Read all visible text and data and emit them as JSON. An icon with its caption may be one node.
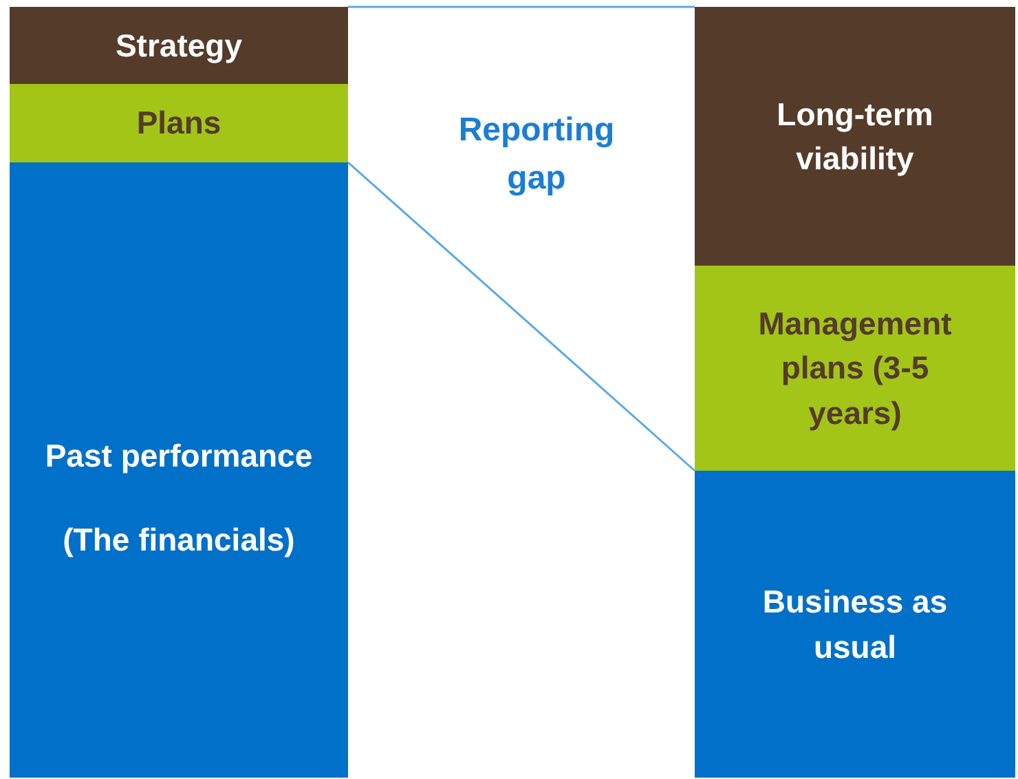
{
  "diagram": {
    "nodes": [
      {
        "text": [
          "Strategy"
        ]
      },
      {
        "text": [
          "Plans"
        ]
      },
      {
        "text": [
          "Past performance",
          "(The financials)"
        ]
      },
      {
        "text": [
          "Long-term viability"
        ]
      },
      {
        "text": [
          "Management plans (3-5 years)"
        ]
      },
      {
        "text": [
          "Business as usual"
        ]
      }
    ],
    "edges": [
      {
        "from": 0,
        "to": 3,
        "arrow": "none"
      },
      {
        "from": 1,
        "to": 4,
        "arrow": "none"
      }
    ],
    "labels": [
      "Reporting gap"
    ]
  }
}
